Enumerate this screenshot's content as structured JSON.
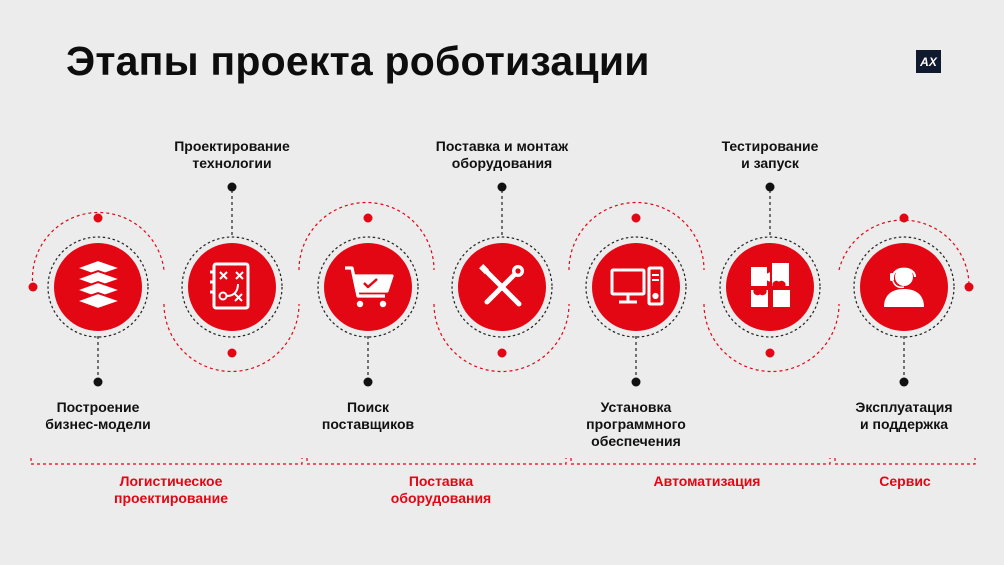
{
  "title": "Этапы проекта роботизации",
  "logo_text": "AX",
  "colors": {
    "accent": "#e30613",
    "background": "#ececed",
    "text": "#111111"
  },
  "stages": [
    {
      "label_line1": "Построение",
      "label_line2": "бизнес-модели",
      "label_line3": "",
      "icon": "books-icon"
    },
    {
      "label_line1": "Проектирование",
      "label_line2": "технологии",
      "label_line3": "",
      "icon": "strategy-board-icon"
    },
    {
      "label_line1": "Поиск",
      "label_line2": "поставщиков",
      "label_line3": "",
      "icon": "shopping-cart-icon"
    },
    {
      "label_line1": "Поставка и монтаж",
      "label_line2": "оборудования",
      "label_line3": "",
      "icon": "wrench-screwdriver-icon"
    },
    {
      "label_line1": "Установка",
      "label_line2": "программного",
      "label_line3": "обеспечения",
      "icon": "computer-icon"
    },
    {
      "label_line1": "Тестирование",
      "label_line2": "и запуск",
      "label_line3": "",
      "icon": "puzzle-icon"
    },
    {
      "label_line1": "Эксплуатация",
      "label_line2": "и поддержка",
      "label_line3": "",
      "icon": "support-agent-icon"
    }
  ],
  "groups": [
    {
      "line1": "Логистическое",
      "line2": "проектирование"
    },
    {
      "line1": "Поставка",
      "line2": "оборудования"
    },
    {
      "line1": "Автоматизация",
      "line2": ""
    },
    {
      "line1": "Сервис",
      "line2": ""
    }
  ]
}
